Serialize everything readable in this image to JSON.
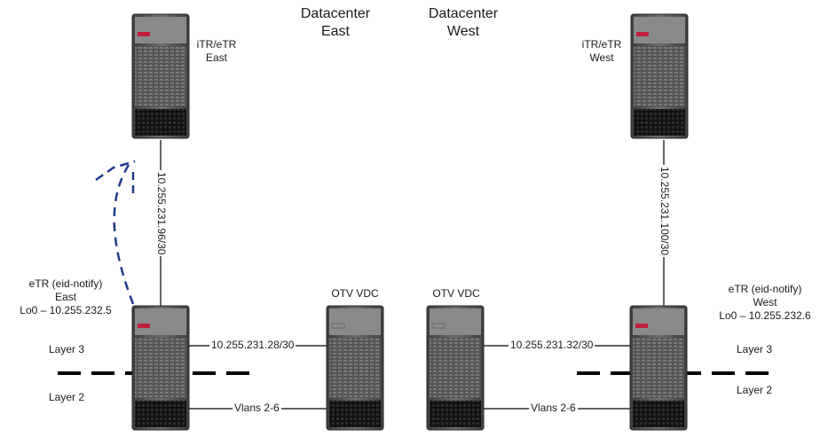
{
  "headers": {
    "dc_east": [
      "Datacenter",
      "East"
    ],
    "dc_west": [
      "Datacenter",
      "West"
    ]
  },
  "devices": {
    "itr_east": [
      "iTR/eTR",
      "East"
    ],
    "itr_west": [
      "iTR/eTR",
      "West"
    ],
    "etr_east": [
      "eTR (eid-notify)",
      "East",
      "Lo0 – 10.255.232.5"
    ],
    "etr_west": [
      "eTR (eid-notify)",
      "West",
      "Lo0 – 10.255.232.6"
    ],
    "otv_east": "OTV VDC",
    "otv_west": "OTV VDC"
  },
  "links": {
    "east_vertical": "10.255.231.96/30",
    "west_vertical": "10.255.231.100/30",
    "east_l3": "10.255.231.28/30",
    "west_l3": "10.255.231.32/30",
    "east_vlans": "Vlans 2-6",
    "west_vlans": "Vlans 2-6"
  },
  "layers": {
    "layer3": "Layer 3",
    "layer2": "Layer 2"
  },
  "colors": {
    "chassis": "#5a5a5a",
    "chassis_dark": "#1c1c1c",
    "accent": "#c0203c",
    "arrow": "#1f3a8a",
    "line": "#000000"
  }
}
